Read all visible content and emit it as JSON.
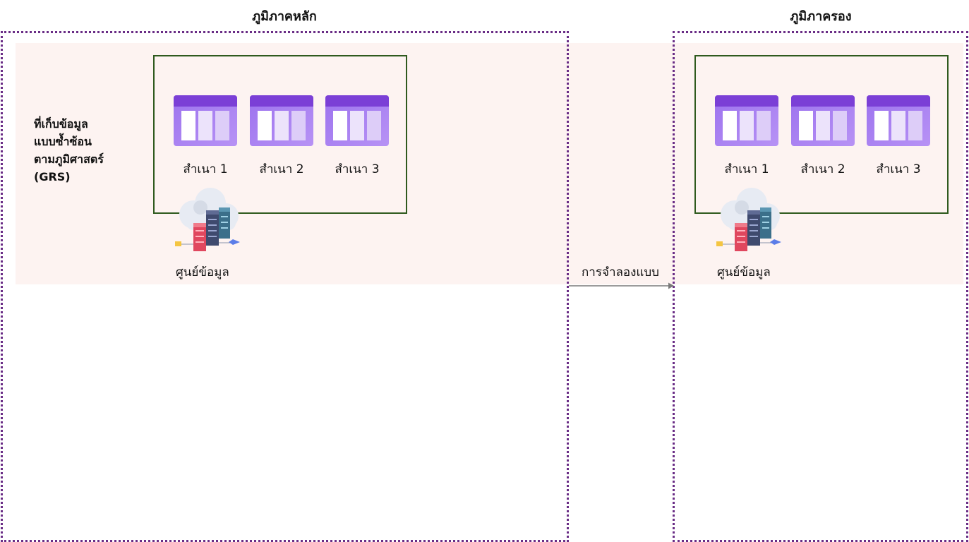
{
  "primary_region": {
    "title": "ภูมิภาคหลัก",
    "grs_label_lines": [
      "ที่เก็บข้อมูล",
      "แบบซ้ำซ้อน",
      "ตามภูมิศาสตร์",
      "(GRS)"
    ],
    "replicas": [
      "สำเนา 1",
      "สำเนา 2",
      "สำเนา 3"
    ],
    "datacenter_label": "ศูนย์ข้อมูล"
  },
  "secondary_region": {
    "title": "ภูมิภาครอง",
    "replicas": [
      "สำเนา 1",
      "สำเนา 2",
      "สำเนา 3"
    ],
    "datacenter_label": "ศูนย์ข้อมูล"
  },
  "replication": {
    "label": "การจำลองแบบ"
  },
  "icons": {
    "replica": "storage-table-icon",
    "datacenter": "cloud-datacenter-icon",
    "connector": "arrow-right-icon"
  },
  "colors": {
    "region_border": "#6a2d86",
    "replica_group_border": "#2f5a1e",
    "band_background": "#fdf3f1",
    "table_header": "#7b3fd6",
    "table_body": "#a67ff0"
  }
}
